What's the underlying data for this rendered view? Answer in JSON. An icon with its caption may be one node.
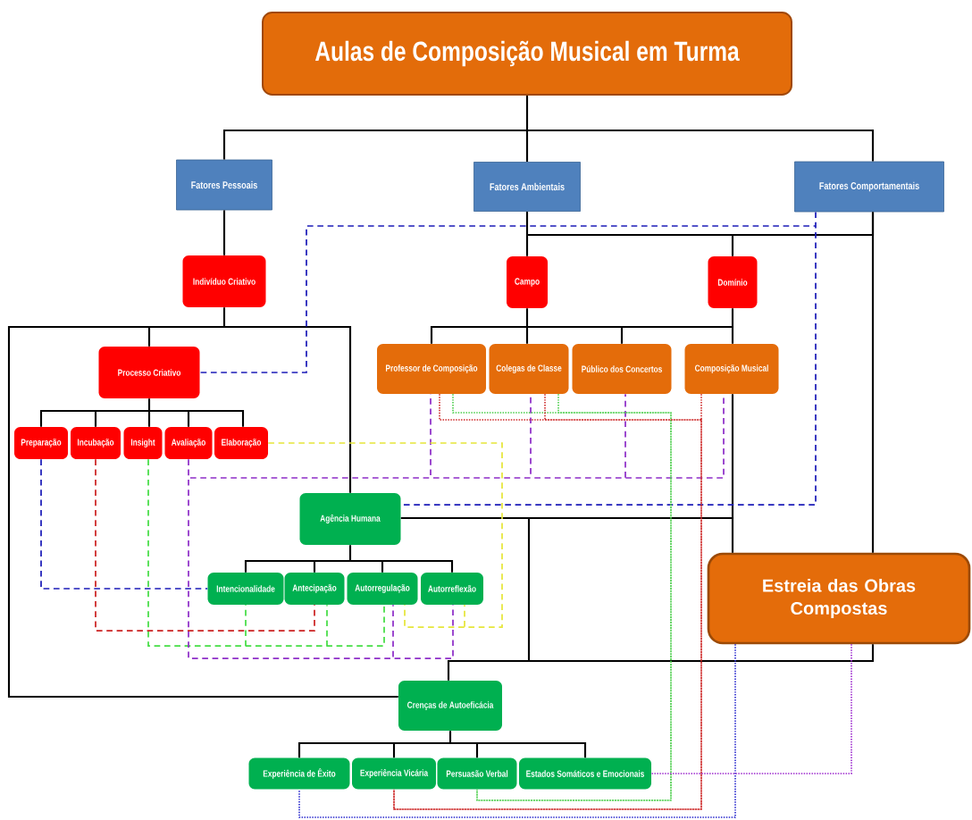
{
  "diagram": {
    "nodes": [
      {
        "text": [
          "Aulas de Composição Musical em Turma"
        ]
      },
      {
        "text": [
          "Fatores Pessoais"
        ]
      },
      {
        "text": [
          "Fatores Ambientais"
        ]
      },
      {
        "text": [
          "Fatores Comportamentais"
        ]
      },
      {
        "text": [
          "Indivíduo Criativo"
        ]
      },
      {
        "text": [
          "Campo"
        ]
      },
      {
        "text": [
          "Domínio"
        ]
      },
      {
        "text": [
          "Processo Criativo"
        ]
      },
      {
        "text": [
          "Preparação"
        ]
      },
      {
        "text": [
          "Incubação"
        ]
      },
      {
        "text": [
          "Insight"
        ]
      },
      {
        "text": [
          "Avaliação"
        ]
      },
      {
        "text": [
          "Elaboração"
        ]
      },
      {
        "text": [
          "Professor de Composição"
        ]
      },
      {
        "text": [
          "Colegas de Classe"
        ]
      },
      {
        "text": [
          "Público dos Concertos"
        ]
      },
      {
        "text": [
          "Composição Musical"
        ]
      },
      {
        "text": [
          "Agência Humana"
        ]
      },
      {
        "text": [
          "Intencionalidade"
        ]
      },
      {
        "text": [
          "Antecipação"
        ]
      },
      {
        "text": [
          "Autorregulação"
        ]
      },
      {
        "text": [
          "Autorreflexão"
        ]
      },
      {
        "text": [
          "Estreia das Obras Compostas"
        ]
      },
      {
        "text": [
          "Crenças de Autoeficácia"
        ]
      },
      {
        "text": [
          "Experiência de Êxito"
        ]
      },
      {
        "text": [
          "Experiência Vicária"
        ]
      },
      {
        "text": [
          "Persuasão Verbal"
        ]
      },
      {
        "text": [
          "Estados Somáticos e Emocionais"
        ]
      }
    ],
    "edges": [
      {
        "from": 0,
        "to": 1,
        "arrow": "none"
      },
      {
        "from": 0,
        "to": 2,
        "arrow": "none"
      },
      {
        "from": 0,
        "to": 3,
        "arrow": "none"
      },
      {
        "from": 1,
        "to": 4,
        "arrow": "none"
      },
      {
        "from": 4,
        "to": 7,
        "arrow": "none"
      },
      {
        "from": 4,
        "to": 17,
        "arrow": "none"
      },
      {
        "from": 4,
        "to": 23,
        "arrow": "none"
      },
      {
        "from": 2,
        "to": 5,
        "arrow": "none"
      },
      {
        "from": 2,
        "to": 6,
        "arrow": "none"
      },
      {
        "from": 2,
        "to": 3,
        "arrow": "none"
      },
      {
        "from": 3,
        "to": 22,
        "arrow": "none"
      },
      {
        "from": 5,
        "to": 13,
        "arrow": "none"
      },
      {
        "from": 5,
        "to": 14,
        "arrow": "none"
      },
      {
        "from": 5,
        "to": 15,
        "arrow": "none"
      },
      {
        "from": 6,
        "to": 16,
        "arrow": "none"
      },
      {
        "from": 17,
        "to": 16,
        "arrow": "none"
      },
      {
        "from": 16,
        "to": 22,
        "arrow": "none"
      },
      {
        "from": 17,
        "to": 23,
        "arrow": "none"
      },
      {
        "from": 17,
        "to": 18,
        "arrow": "none"
      },
      {
        "from": 17,
        "to": 19,
        "arrow": "none"
      },
      {
        "from": 17,
        "to": 20,
        "arrow": "none"
      },
      {
        "from": 17,
        "to": 21,
        "arrow": "none"
      },
      {
        "from": 7,
        "to": 8,
        "arrow": "none"
      },
      {
        "from": 7,
        "to": 9,
        "arrow": "none"
      },
      {
        "from": 7,
        "to": 10,
        "arrow": "none"
      },
      {
        "from": 7,
        "to": 11,
        "arrow": "none"
      },
      {
        "from": 7,
        "to": 12,
        "arrow": "none"
      },
      {
        "from": 23,
        "to": 24,
        "arrow": "none"
      },
      {
        "from": 23,
        "to": 25,
        "arrow": "none"
      },
      {
        "from": 23,
        "to": 26,
        "arrow": "none"
      },
      {
        "from": 23,
        "to": 27,
        "arrow": "none"
      },
      {
        "from": 3,
        "to": 7,
        "arrow": "none",
        "style": "dashed",
        "color": "#1c1cb8"
      },
      {
        "from": 3,
        "to": 17,
        "arrow": "none",
        "style": "dashed",
        "color": "#1c1cb8"
      },
      {
        "from": 8,
        "to": 18,
        "arrow": "none",
        "style": "dashed",
        "color": "#1c1cb8"
      },
      {
        "from": 9,
        "to": 19,
        "arrow": "none",
        "style": "dashed",
        "color": "#cc2222"
      },
      {
        "from": 10,
        "to": 18,
        "arrow": "none",
        "style": "dashed",
        "color": "#44dd44"
      },
      {
        "from": 10,
        "to": 19,
        "arrow": "none",
        "style": "dashed",
        "color": "#44dd44"
      },
      {
        "from": 10,
        "to": 20,
        "arrow": "none",
        "style": "dashed",
        "color": "#44dd44"
      },
      {
        "from": 11,
        "to": 20,
        "arrow": "none",
        "style": "dashed",
        "color": "#8e2ec8"
      },
      {
        "from": 11,
        "to": 21,
        "arrow": "none",
        "style": "dashed",
        "color": "#8e2ec8"
      },
      {
        "from": 11,
        "to": 13,
        "arrow": "none",
        "style": "dashed",
        "color": "#8e2ec8"
      },
      {
        "from": 11,
        "to": 14,
        "arrow": "none",
        "style": "dashed",
        "color": "#8e2ec8"
      },
      {
        "from": 11,
        "to": 15,
        "arrow": "none",
        "style": "dashed",
        "color": "#8e2ec8"
      },
      {
        "from": 11,
        "to": 16,
        "arrow": "none",
        "style": "dashed",
        "color": "#8e2ec8"
      },
      {
        "from": 12,
        "to": 21,
        "arrow": "none",
        "style": "dashed",
        "color": "#e6e63a"
      },
      {
        "from": 12,
        "to": 20,
        "arrow": "none",
        "style": "dashed",
        "color": "#e6e63a"
      },
      {
        "from": 13,
        "to": 26,
        "arrow": "none",
        "style": "dashed",
        "color": "#44cc44"
      },
      {
        "from": 14,
        "to": 26,
        "arrow": "none",
        "style": "dashed",
        "color": "#44cc44"
      },
      {
        "from": 13,
        "to": 25,
        "arrow": "none",
        "style": "dashed",
        "color": "#cc2222"
      },
      {
        "from": 14,
        "to": 25,
        "arrow": "none",
        "style": "dashed",
        "color": "#cc2222"
      },
      {
        "from": 16,
        "to": 25,
        "arrow": "none",
        "style": "dashed",
        "color": "#cc2222"
      },
      {
        "from": 22,
        "to": 24,
        "arrow": "none",
        "style": "dashed",
        "color": "#2222cc"
      },
      {
        "from": 22,
        "to": 27,
        "arrow": "none",
        "style": "dashed",
        "color": "#9922cc"
      },
      {
        "from": 22,
        "to": 23,
        "arrow": "none"
      }
    ]
  }
}
